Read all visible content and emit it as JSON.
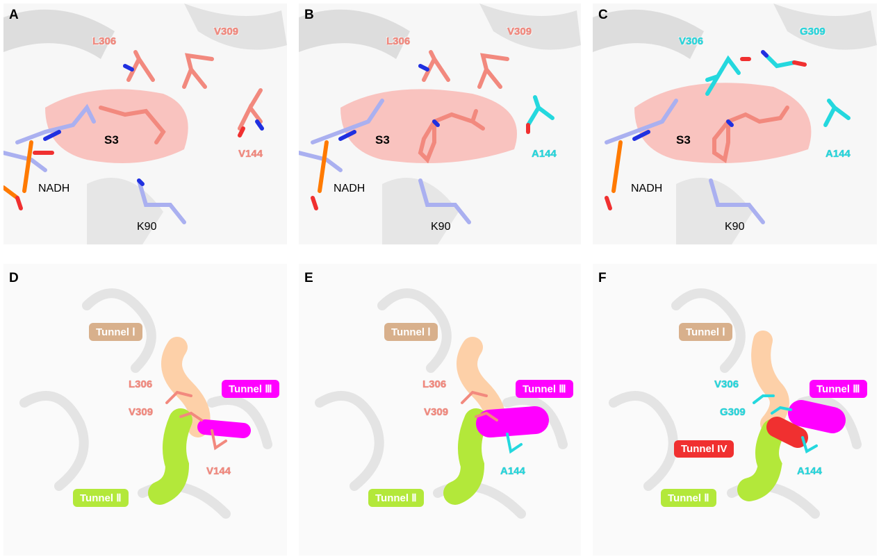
{
  "colors": {
    "wild_type": "#f2897e",
    "mutant": "#24d8de",
    "tunnel_1": "#d8b08c",
    "tunnel_2": "#b3e83a",
    "tunnel_3": "#ff00ff",
    "tunnel_4": "#f03030",
    "s3_pocket": "#f9b5b0",
    "nadh": "#aab0f0"
  },
  "panels": [
    {
      "letter": "A",
      "labels": {
        "res306": "L306",
        "res309": "V309",
        "res144": "V144",
        "pocket": "S3",
        "cofactor": "NADH",
        "res90": "K90"
      }
    },
    {
      "letter": "B",
      "labels": {
        "res306": "L306",
        "res309": "V309",
        "res144": "A144",
        "pocket": "S3",
        "cofactor": "NADH",
        "res90": "K90"
      }
    },
    {
      "letter": "C",
      "labels": {
        "res306": "V306",
        "res309": "G309",
        "res144": "A144",
        "pocket": "S3",
        "cofactor": "NADH",
        "res90": "K90"
      }
    },
    {
      "letter": "D",
      "labels": {
        "res306": "L306",
        "res309": "V309",
        "res144": "V144",
        "tunnel_1": "Tunnel Ⅰ",
        "tunnel_2": "Tunnel Ⅱ",
        "tunnel_3": "Tunnel Ⅲ"
      }
    },
    {
      "letter": "E",
      "labels": {
        "res306": "L306",
        "res309": "V309",
        "res144": "A144",
        "tunnel_1": "Tunnel Ⅰ",
        "tunnel_2": "Tunnel Ⅱ",
        "tunnel_3": "Tunnel Ⅲ"
      }
    },
    {
      "letter": "F",
      "labels": {
        "res306": "V306",
        "res309": "G309",
        "res144": "A144",
        "tunnel_1": "Tunnel Ⅰ",
        "tunnel_2": "Tunnel Ⅱ",
        "tunnel_3": "Tunnel Ⅲ",
        "tunnel_4": "Tunnel IV"
      }
    }
  ]
}
